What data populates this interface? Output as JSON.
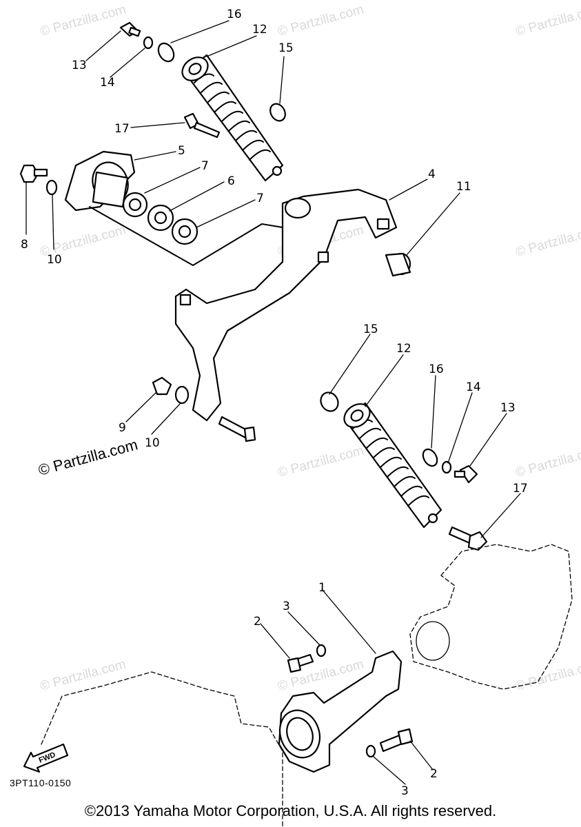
{
  "diagram": {
    "watermark_text": "© Partzilla.com",
    "watermark_dark_text": "© Partzilla.com",
    "fwd_label": "FWD",
    "diagram_code": "3PT110-0150",
    "copyright": "©2013 Yamaha Motor Corporation, U.S.A. All rights reserved."
  },
  "callouts": [
    {
      "id": "c16a",
      "label": "16"
    },
    {
      "id": "c12a",
      "label": "12"
    },
    {
      "id": "c15a",
      "label": "15"
    },
    {
      "id": "c13a",
      "label": "13"
    },
    {
      "id": "c14a",
      "label": "14"
    },
    {
      "id": "c17a",
      "label": "17"
    },
    {
      "id": "c5",
      "label": "5"
    },
    {
      "id": "c7a",
      "label": "7"
    },
    {
      "id": "c6",
      "label": "6"
    },
    {
      "id": "c7b",
      "label": "7"
    },
    {
      "id": "c8",
      "label": "8"
    },
    {
      "id": "c10a",
      "label": "10"
    },
    {
      "id": "c4",
      "label": "4"
    },
    {
      "id": "c11",
      "label": "11"
    },
    {
      "id": "c15b",
      "label": "15"
    },
    {
      "id": "c12b",
      "label": "12"
    },
    {
      "id": "c16b",
      "label": "16"
    },
    {
      "id": "c14b",
      "label": "14"
    },
    {
      "id": "c13b",
      "label": "13"
    },
    {
      "id": "c9",
      "label": "9"
    },
    {
      "id": "c10b",
      "label": "10"
    },
    {
      "id": "c17b",
      "label": "17"
    },
    {
      "id": "c1",
      "label": "1"
    },
    {
      "id": "c3a",
      "label": "3"
    },
    {
      "id": "c2a",
      "label": "2"
    },
    {
      "id": "c2b",
      "label": "2"
    },
    {
      "id": "c3b",
      "label": "3"
    }
  ]
}
